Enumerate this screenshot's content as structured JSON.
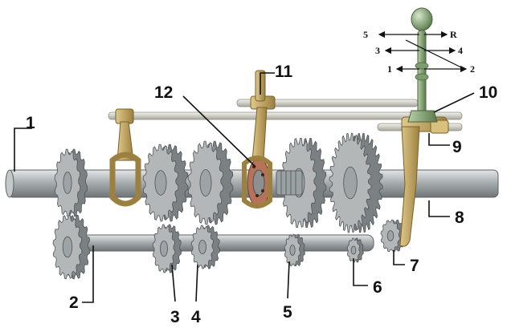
{
  "diagram": {
    "callouts": [
      {
        "id": "1",
        "label": "1"
      },
      {
        "id": "2",
        "label": "2"
      },
      {
        "id": "3",
        "label": "3"
      },
      {
        "id": "4",
        "label": "4"
      },
      {
        "id": "5",
        "label": "5"
      },
      {
        "id": "6",
        "label": "6"
      },
      {
        "id": "7",
        "label": "7"
      },
      {
        "id": "8",
        "label": "8"
      },
      {
        "id": "9",
        "label": "9"
      },
      {
        "id": "10",
        "label": "10"
      },
      {
        "id": "11",
        "label": "11"
      },
      {
        "id": "12",
        "label": "12"
      }
    ],
    "shift_pattern": {
      "top_left": "5",
      "top_right": "R",
      "mid_left": "3",
      "mid_right": "4",
      "bottom_left": "1",
      "bottom_right": "2"
    }
  },
  "colors": {
    "shaft": "#a9aeb0",
    "shaft_dark": "#6f7577",
    "gear": "#b3b7b8",
    "gear_dark": "#7b8183",
    "fork": "#c8ad6e",
    "fork_dark": "#8e7436",
    "rod": "#c9c9c2",
    "lever": "#8fae7f",
    "lever_dark": "#5b7a4e",
    "synchro": "#b7735a"
  }
}
